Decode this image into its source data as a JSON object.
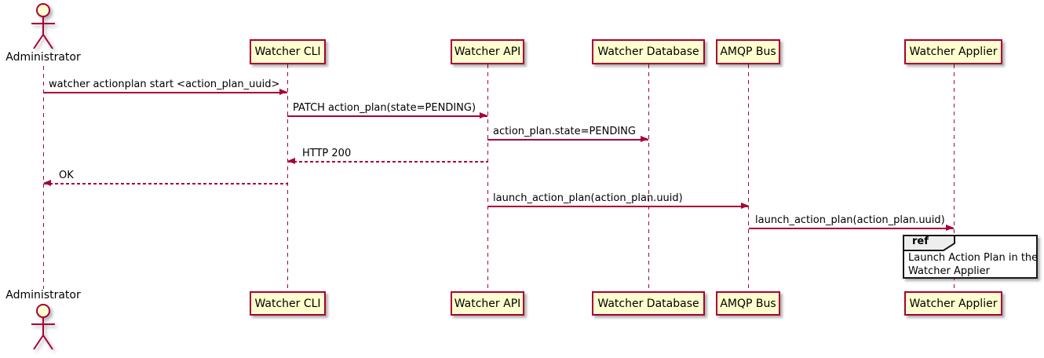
{
  "palette": {
    "background": "#FFFFFF",
    "participant_fill": "#FEFECE",
    "participant_border": "#A80036",
    "arrow_color": "#A80036",
    "lifeline_color": "#A80036",
    "frame_border": "#181818",
    "ref_fill": "#FFFFFF",
    "ref_tab_fill": "#EEEEEE",
    "text_color": "#000000"
  },
  "actor": {
    "name": "Administrator"
  },
  "participants": [
    {
      "name": "Watcher CLI"
    },
    {
      "name": "Watcher API"
    },
    {
      "name": "Watcher Database"
    },
    {
      "name": "AMQP Bus"
    },
    {
      "name": "Watcher Applier"
    }
  ],
  "messages": [
    {
      "label": "watcher actionplan start <action_plan_uuid>",
      "from": "Administrator",
      "to": "Watcher CLI",
      "style": "solid"
    },
    {
      "label": "PATCH action_plan(state=PENDING)",
      "from": "Watcher CLI",
      "to": "Watcher API",
      "style": "solid"
    },
    {
      "label": "action_plan.state=PENDING",
      "from": "Watcher API",
      "to": "Watcher Database",
      "style": "solid"
    },
    {
      "label": "HTTP 200",
      "from": "Watcher API",
      "to": "Watcher CLI",
      "style": "dashed"
    },
    {
      "label": "OK",
      "from": "Watcher CLI",
      "to": "Administrator",
      "style": "dashed"
    },
    {
      "label": "launch_action_plan(action_plan.uuid)",
      "from": "Watcher API",
      "to": "AMQP Bus",
      "style": "solid"
    },
    {
      "label": "launch_action_plan(action_plan.uuid)",
      "from": "AMQP Bus",
      "to": "Watcher Applier",
      "style": "solid"
    }
  ],
  "ref": {
    "keyword": "ref",
    "line1": "Launch Action Plan in the",
    "line2": "Watcher Applier"
  }
}
